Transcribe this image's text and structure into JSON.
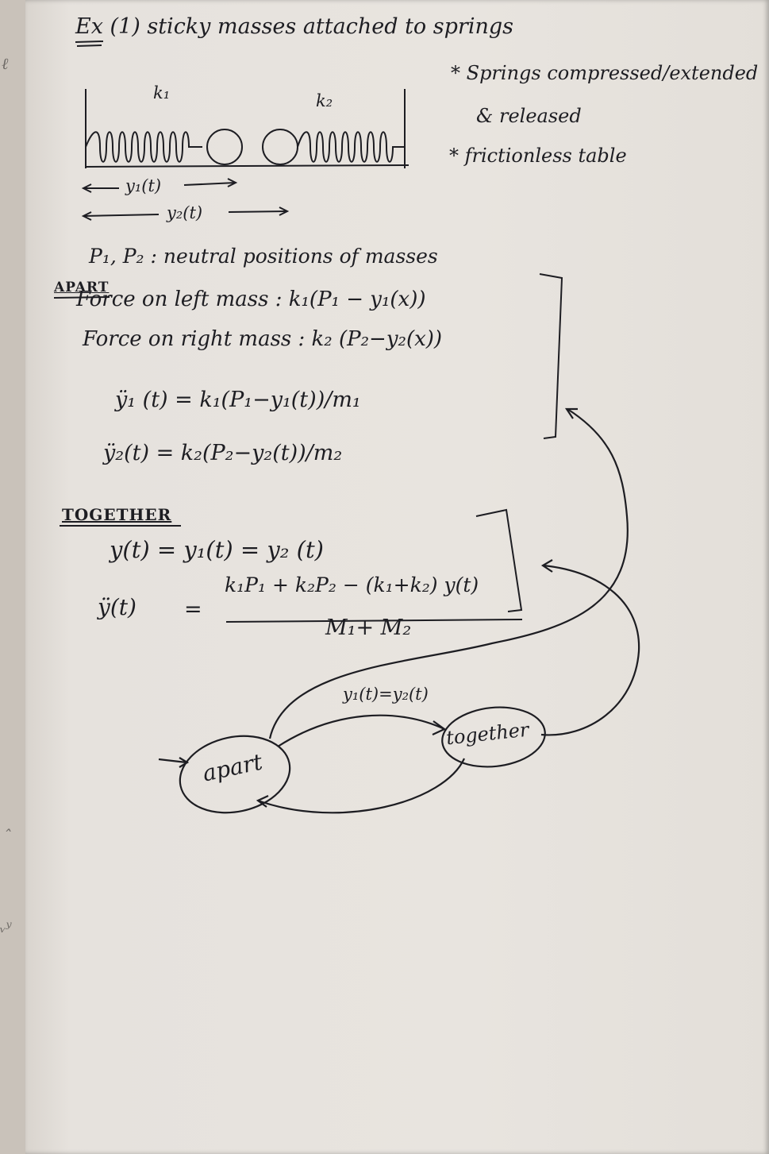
{
  "notebook": {
    "margin_marks": [
      "ℓ",
      "ˆ",
      "ᵥʸ"
    ],
    "title": "Ex (1) sticky masses attached to springs",
    "notes": [
      "* Springs compressed/extended",
      "& released",
      "* frictionless table"
    ],
    "diagram": {
      "spring_left_label": "k₁",
      "spring_right_label": "k₂",
      "y1_label": "y₁(t)",
      "y2_label": "y₂(t)"
    },
    "neutral_positions": "P₁, P₂ : neutral positions of masses",
    "apart": {
      "heading": "APART",
      "force_left": "Force on left mass : k₁(P₁ − y₁(x))",
      "force_right": "Force on right mass : k₂ (P₂−y₂(x))",
      "eq1": "ÿ₁ (t) = k₁(P₁−y₁(t))/m₁",
      "eq2": "ÿ₂(t) = k₂(P₂−y₂(t))/m₂"
    },
    "together": {
      "heading": "TOGETHER",
      "eq1": "y(t) = y₁(t) = y₂ (t)",
      "eq2_lhs": "ÿ(t)",
      "eq2_eq": "=",
      "eq2_num": "k₁P₁ + k₂P₂ − (k₁+k₂) y(t)",
      "eq2_den": "M₁+ M₂"
    },
    "state_machine": {
      "state_apart": "apart",
      "state_together": "together",
      "transition_label": "y₁(t)=y₂(t)"
    }
  }
}
